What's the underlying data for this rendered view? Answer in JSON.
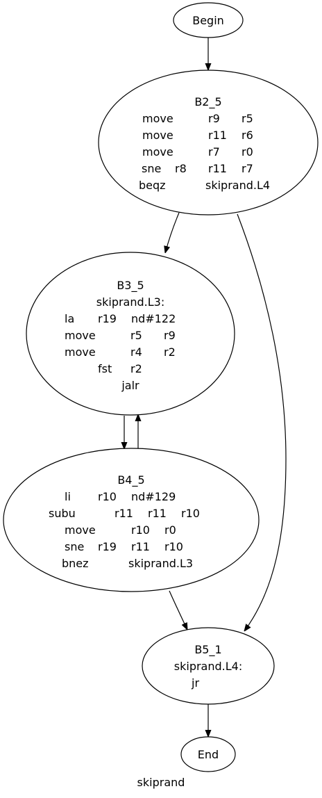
{
  "graph": {
    "caption": "skiprand",
    "nodes": {
      "begin": {
        "label": "Begin"
      },
      "b2_5": {
        "title": "B2_5",
        "rows": [
          [
            "move",
            "r9",
            "r5"
          ],
          [
            "move",
            "r11",
            "r6"
          ],
          [
            "move",
            "r7",
            "r0"
          ],
          [
            "sne",
            "r8",
            "r11",
            "r7"
          ],
          [
            "beqz",
            "skiprand.L4"
          ]
        ]
      },
      "b3_5": {
        "title": "B3_5",
        "label": "skiprand.L3:",
        "rows": [
          [
            "la",
            "r19",
            "nd#122"
          ],
          [
            "move",
            "r5",
            "r9"
          ],
          [
            "move",
            "r4",
            "r2"
          ],
          [
            "fst",
            "r2"
          ],
          [
            "jalr"
          ]
        ]
      },
      "b4_5": {
        "title": "B4_5",
        "rows": [
          [
            "li",
            "r10",
            "nd#129"
          ],
          [
            "subu",
            "r11",
            "r11",
            "r10"
          ],
          [
            "move",
            "r10",
            "r0"
          ],
          [
            "sne",
            "r19",
            "r11",
            "r10"
          ],
          [
            "bnez",
            "skiprand.L3"
          ]
        ]
      },
      "b5_1": {
        "title": "B5_1",
        "label": "skiprand.L4:",
        "rows": [
          [
            "jr"
          ]
        ]
      },
      "end": {
        "label": "End"
      }
    },
    "edges": [
      {
        "from": "begin",
        "to": "b2_5"
      },
      {
        "from": "b2_5",
        "to": "b3_5"
      },
      {
        "from": "b2_5",
        "to": "b5_1"
      },
      {
        "from": "b3_5",
        "to": "b4_5"
      },
      {
        "from": "b4_5",
        "to": "b3_5"
      },
      {
        "from": "b4_5",
        "to": "b5_1"
      },
      {
        "from": "b5_1",
        "to": "end"
      }
    ]
  }
}
